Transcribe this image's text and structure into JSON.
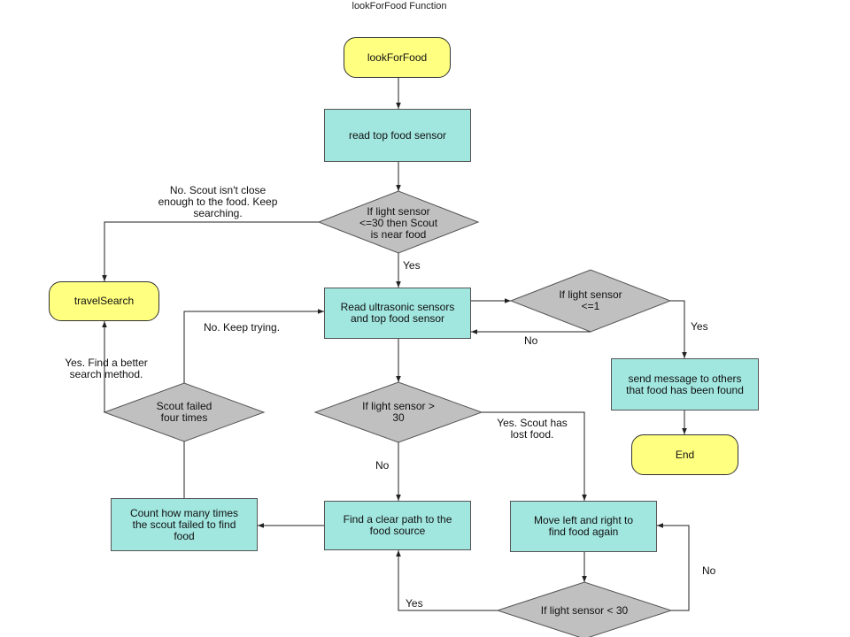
{
  "title": "lookForFood Function",
  "nodes": {
    "start": "lookForFood",
    "read_top": "read top food sensor",
    "dec_near": "If light sensor <=30 then Scout is near food",
    "travel": "travelSearch",
    "read_ultra": "Read ultrasonic sensors and top food sensor",
    "dec_le1": "If light sensor <=1",
    "send_msg": "send message to others that food has been found",
    "end": "End",
    "dec_gt30": "If light sensor > 30",
    "dec_fail": "Scout failed four times",
    "count": "Count how many times the scout failed to find food",
    "clear_path": "Find a clear path to the food source",
    "move": "Move left and right to find food again",
    "dec_lt30": "If light sensor < 30"
  },
  "edges": {
    "not_close": "No. Scout isn't close enough to the food. Keep searching.",
    "yes_near": "Yes",
    "keep_trying": "No. Keep trying.",
    "find_better": "Yes. Find a better search method.",
    "no_le1": "No",
    "yes_le1": "Yes",
    "lost_food": "Yes. Scout has lost food.",
    "no_gt30": "No",
    "yes_lt30": "Yes",
    "no_lt30": "No"
  }
}
